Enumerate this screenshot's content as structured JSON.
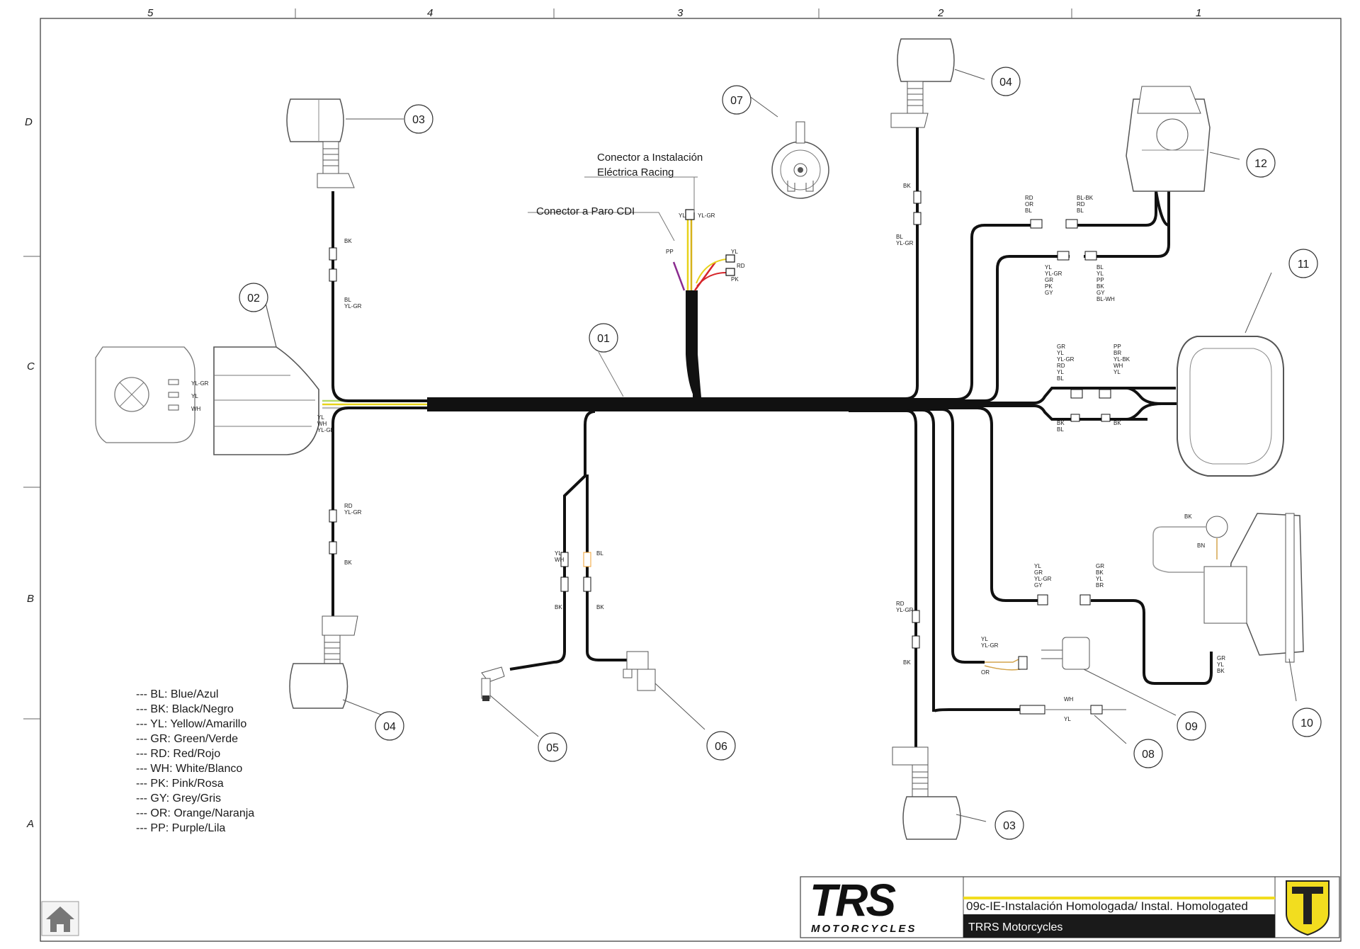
{
  "grid": {
    "columns": [
      "5",
      "4",
      "3",
      "2",
      "1"
    ],
    "rows": [
      "D",
      "C",
      "B",
      "A"
    ]
  },
  "notes": {
    "racing_line1": "Conector a Instalación",
    "racing_line2": "Eléctrica Racing",
    "cdi": "Conector a Paro CDI"
  },
  "callouts": {
    "c01": "01",
    "c02": "02",
    "c03_top": "03",
    "c03_bottom": "03",
    "c04_top": "04",
    "c04_bottom": "04",
    "c05": "05",
    "c06": "06",
    "c07": "07",
    "c08": "08",
    "c09": "09",
    "c10": "10",
    "c11": "11",
    "c12": "12"
  },
  "wire_labels": {
    "headlight": [
      "YL-GR",
      "YL",
      "WH"
    ],
    "harness_end": [
      "YL",
      "WH",
      "YL-GR"
    ],
    "tl_upper_a": "BK",
    "tl_upper_b": [
      "BL",
      "YL-GR"
    ],
    "tl_lower_a": [
      "RD",
      "YL-GR"
    ],
    "tl_lower_b": "BK",
    "racing_top": [
      "YL",
      "YL-GR"
    ],
    "cdi_pp": "PP",
    "cdi_right": [
      "YL",
      "RD",
      "PK"
    ],
    "sensor5_top": [
      "YL",
      "WH"
    ],
    "sensor5_bot": "BK",
    "sensor6_top": "BL",
    "sensor6_bot": "BK",
    "tr_upper_a": "BK",
    "tr_upper_b": [
      "BL",
      "YL-GR"
    ],
    "tr_lower_a": [
      "RD",
      "YL-GR"
    ],
    "tr_lower_b": "BK",
    "sw_left_a": [
      "RD",
      "OR",
      "BL"
    ],
    "sw_right_a": [
      "BL-BK",
      "RD",
      "BL"
    ],
    "sw_left_b": [
      "YL",
      "YL-GR",
      "GR",
      "PK",
      "GY"
    ],
    "sw_right_b": [
      "BL",
      "YL",
      "PP",
      "BK",
      "GY",
      "BL-WH"
    ],
    "dash_left_a": [
      "GR",
      "YL",
      "YL-GR",
      "RD",
      "YL",
      "BL"
    ],
    "dash_right_a": [
      "PP",
      "BR",
      "YL-BK",
      "WH",
      "YL"
    ],
    "dash_left_b": [
      "BK",
      "BL"
    ],
    "dash_right_b": "BK",
    "tail_top": "BK",
    "tail_bn": "BN",
    "tail_left": [
      "YL",
      "GR",
      "YL-GR",
      "GY"
    ],
    "tail_right": [
      "GR",
      "BK",
      "YL",
      "BR"
    ],
    "tail_bottom": [
      "GR",
      "YL",
      "BK"
    ],
    "relay": [
      "YL",
      "YL-GR",
      "OR"
    ],
    "sensor8": [
      "WH",
      "YL"
    ]
  },
  "legend": [
    "--- BL: Blue/Azul",
    "--- BK: Black/Negro",
    "--- YL: Yellow/Amarillo",
    "--- GR: Green/Verde",
    "--- RD: Red/Rojo",
    "--- WH: White/Blanco",
    "--- PK: Pink/Rosa",
    "--- GY: Grey/Gris",
    "--- OR: Orange/Naranja",
    "--- PP: Purple/Lila"
  ],
  "title_block": {
    "logo_top": "TRS",
    "logo_bottom": "MOTORCYCLES",
    "title": "09c-IE-Instalación Homologada/ Instal. Homologated",
    "company": "TRRS Motorcycles"
  },
  "colors": {
    "harness": "#111111",
    "yellow": "#e8d21a",
    "yellow_green": "#b5d96a",
    "purple": "#8a2b8f",
    "red": "#d6262b",
    "accent": "#f2dd1f"
  },
  "icons": {
    "home": "home-icon",
    "brand": "trrs-shield-icon"
  }
}
